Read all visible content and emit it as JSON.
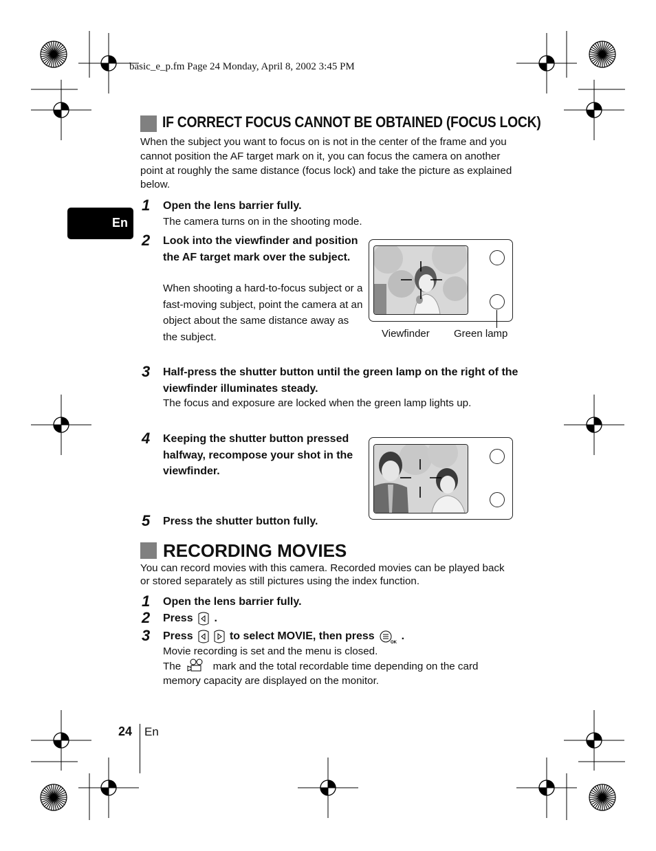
{
  "header": {
    "file_stamp": "basic_e_p.fm  Page 24  Monday, April 8, 2002  3:45 PM"
  },
  "side_tab": {
    "label": "En"
  },
  "section1": {
    "title": "IF CORRECT FOCUS CANNOT BE OBTAINED (FOCUS LOCK)",
    "intro": "When the subject you want to focus on is not in the center of the frame and you cannot position the AF target mark on it, you can focus the camera on another point at roughly the same distance (focus lock) and take the picture as explained below.",
    "steps": [
      {
        "num": "1",
        "head": "Open the lens barrier fully.",
        "body": "The camera turns on in the shooting mode."
      },
      {
        "num": "2",
        "head": "Look into the viewfinder and position the AF target mark over the subject.",
        "body": "When shooting a hard-to-focus subject or a fast-moving subject, point the camera at an object about the same distance away as the subject."
      },
      {
        "num": "3",
        "head": "Half-press the shutter button until the green lamp on the right of the viewfinder illuminates steady.",
        "body": "The focus and exposure are locked when the green lamp lights up."
      },
      {
        "num": "4",
        "head": "Keeping the shutter button pressed halfway, recompose your shot in the viewfinder.",
        "body": ""
      },
      {
        "num": "5",
        "head": "Press the shutter button fully.",
        "body": ""
      }
    ],
    "figure1": {
      "caption_viewfinder": "Viewfinder",
      "caption_lamp": "Green lamp"
    }
  },
  "section2": {
    "title": "RECORDING MOVIES",
    "intro": "You can record movies with this camera. Recorded movies can be played back or stored separately as still pictures using the index function.",
    "step1": {
      "num": "1",
      "head": "Open the lens barrier fully."
    },
    "step2": {
      "num": "2",
      "press": "Press",
      "dot": "."
    },
    "step3": {
      "num": "3",
      "press": "Press",
      "mid": "to select MOVIE, then press",
      "dot": ".",
      "body1": "Movie recording is set and the menu is closed.",
      "body2_the": "The",
      "body2_rest": "mark and the total recordable time depending on the card",
      "body3": "memory capacity are displayed on the monitor."
    },
    "icons": {
      "left_arrow": "left-arrow-button-icon",
      "right_arrow": "right-arrow-button-icon",
      "ok": "menu-ok-button-icon",
      "movie": "movie-mode-icon"
    }
  },
  "footer": {
    "page_number": "24",
    "lang": "En"
  }
}
